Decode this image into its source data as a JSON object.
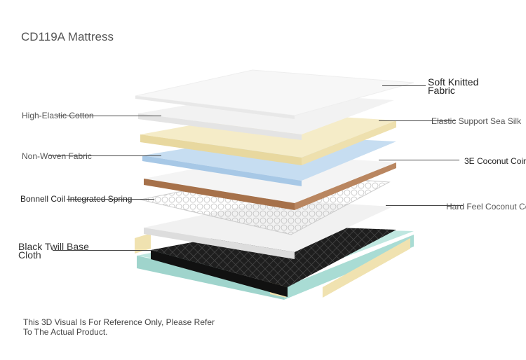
{
  "title": "CD119A Mattress",
  "labels": {
    "soft_knitted_fabric": [
      "Soft Knitted",
      "Fabric"
    ],
    "high_elastic_cotton": "High-Elastic Cotton",
    "elastic_support_sea_silk": "Elastic Support Sea Silk",
    "non_woven_fabric": "Non-Woven Fabric",
    "coconut_coir_3e": "3E Coconut Coir",
    "bonnell_coil": "Bonnell Coil Integrated Spring",
    "hard_feel_coconut": "Hard Feel Coconut Co",
    "black_twill_base": [
      "Black Twill Base",
      "Cloth"
    ]
  },
  "note": [
    "This 3D Visual Is For Reference Only, Please Refer",
    "To The Actual Product."
  ],
  "colors": {
    "white_layer": "#f3f3f3",
    "yellow_layer": "#f3e8bf",
    "blue_layer": "#b9d6ee",
    "coir": "#a6714a",
    "black_base": "#222222",
    "teal_foam": "#bfe7e0"
  }
}
